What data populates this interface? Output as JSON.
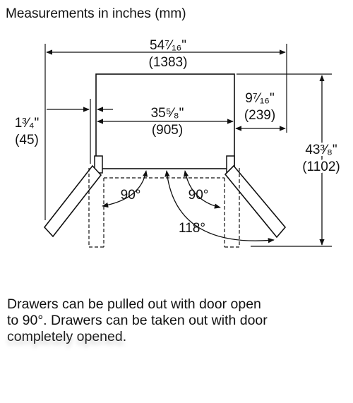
{
  "title": "Measurements in inches (mm)",
  "dimensions": {
    "total_width": {
      "inches": "54⁷⁄₁₆\"",
      "mm": "(1383)"
    },
    "cabinet_width": {
      "inches": "35⁵⁄₈\"",
      "mm": "(905)"
    },
    "side_clearance": {
      "inches": "9⁷⁄₁₆\"",
      "mm": "(239)"
    },
    "door_offset": {
      "inches": "1³⁄₄\"",
      "mm": "(45)"
    },
    "total_depth": {
      "inches": "43³⁄₈\"",
      "mm": "(1102)"
    }
  },
  "angles": {
    "left_door": "90°",
    "right_door": "90°",
    "full_open": "118°"
  },
  "caption": {
    "line1": "Drawers can be pulled out with door open",
    "line2": "to 90°. Drawers can be taken out with door",
    "line3": "completely opened."
  }
}
